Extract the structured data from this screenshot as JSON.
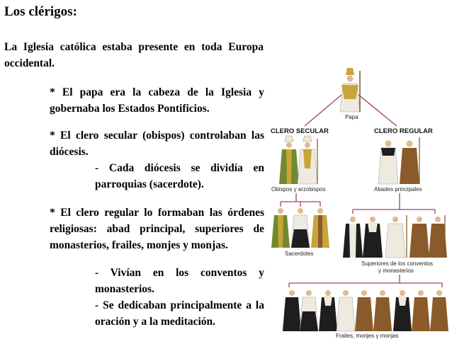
{
  "title": "Los clérigos:",
  "text": {
    "intro": "La Iglesia católica estaba presente en toda Europa occidental.",
    "papa": "* El papa era la cabeza de la Iglesia y gobernaba los Estados Pontificios.",
    "secular": "* El clero secular (obispos) controlaban las diócesis.",
    "secular_sub": "- Cada diócesis se dividía en parroquias (sacerdote).",
    "regular": "* El clero regular lo formaban las órdenes religiosas: abad principal, superiores de monasterios, frailes, monjes y monjas.",
    "regular_sub1": "- Vivían en los conventos y monasterios.",
    "regular_sub2": "- Se dedicaban principalmente a la oración y a la meditación."
  },
  "diagram": {
    "top": "Papa",
    "head_secular": "CLERO SECULAR",
    "head_regular": "CLERO REGULAR",
    "obispos": "Obispos y arzobispos",
    "abades": "Abades principales",
    "sacerdotes": "Sacerdotes",
    "superiores_1": "Superiores de los conventos",
    "superiores_2": "y monasterios",
    "frailes": "Frailes, monjes y monjas"
  },
  "colors": {
    "text": "#000000",
    "line": "#a0406a",
    "robe_brown": "#8b5a2b",
    "robe_black": "#1e1e1e",
    "robe_white": "#efeae0",
    "robe_green": "#6f8a2f",
    "gold": "#c9a43a"
  }
}
